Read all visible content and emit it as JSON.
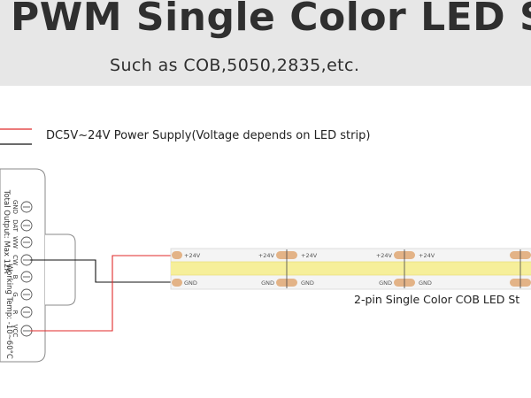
{
  "header": {
    "title": "PWM Single Color LED Str",
    "subtitle": "Such as COB,5050,2835,etc."
  },
  "legend": {
    "text": "DC5V~24V Power Supply(Voltage depends on LED strip)",
    "positive_color": "#e02a2a",
    "negative_color": "#111111"
  },
  "controller": {
    "side_text_1": "Total Output: Max 12A",
    "side_text_2": "Working Temp: -10~60°C",
    "pins": [
      "GND",
      "DAT",
      "WW",
      "CW",
      "B",
      "G",
      "R",
      "VCC"
    ]
  },
  "strip": {
    "caption": "2-pin Single Color COB LED St",
    "top_labels": [
      "+24V",
      "+24V",
      "+24V",
      "+24V",
      "+24V"
    ],
    "bottom_labels": [
      "GND",
      "GND",
      "GND",
      "GND",
      "GND"
    ],
    "led_color": "#f6ef9a"
  }
}
